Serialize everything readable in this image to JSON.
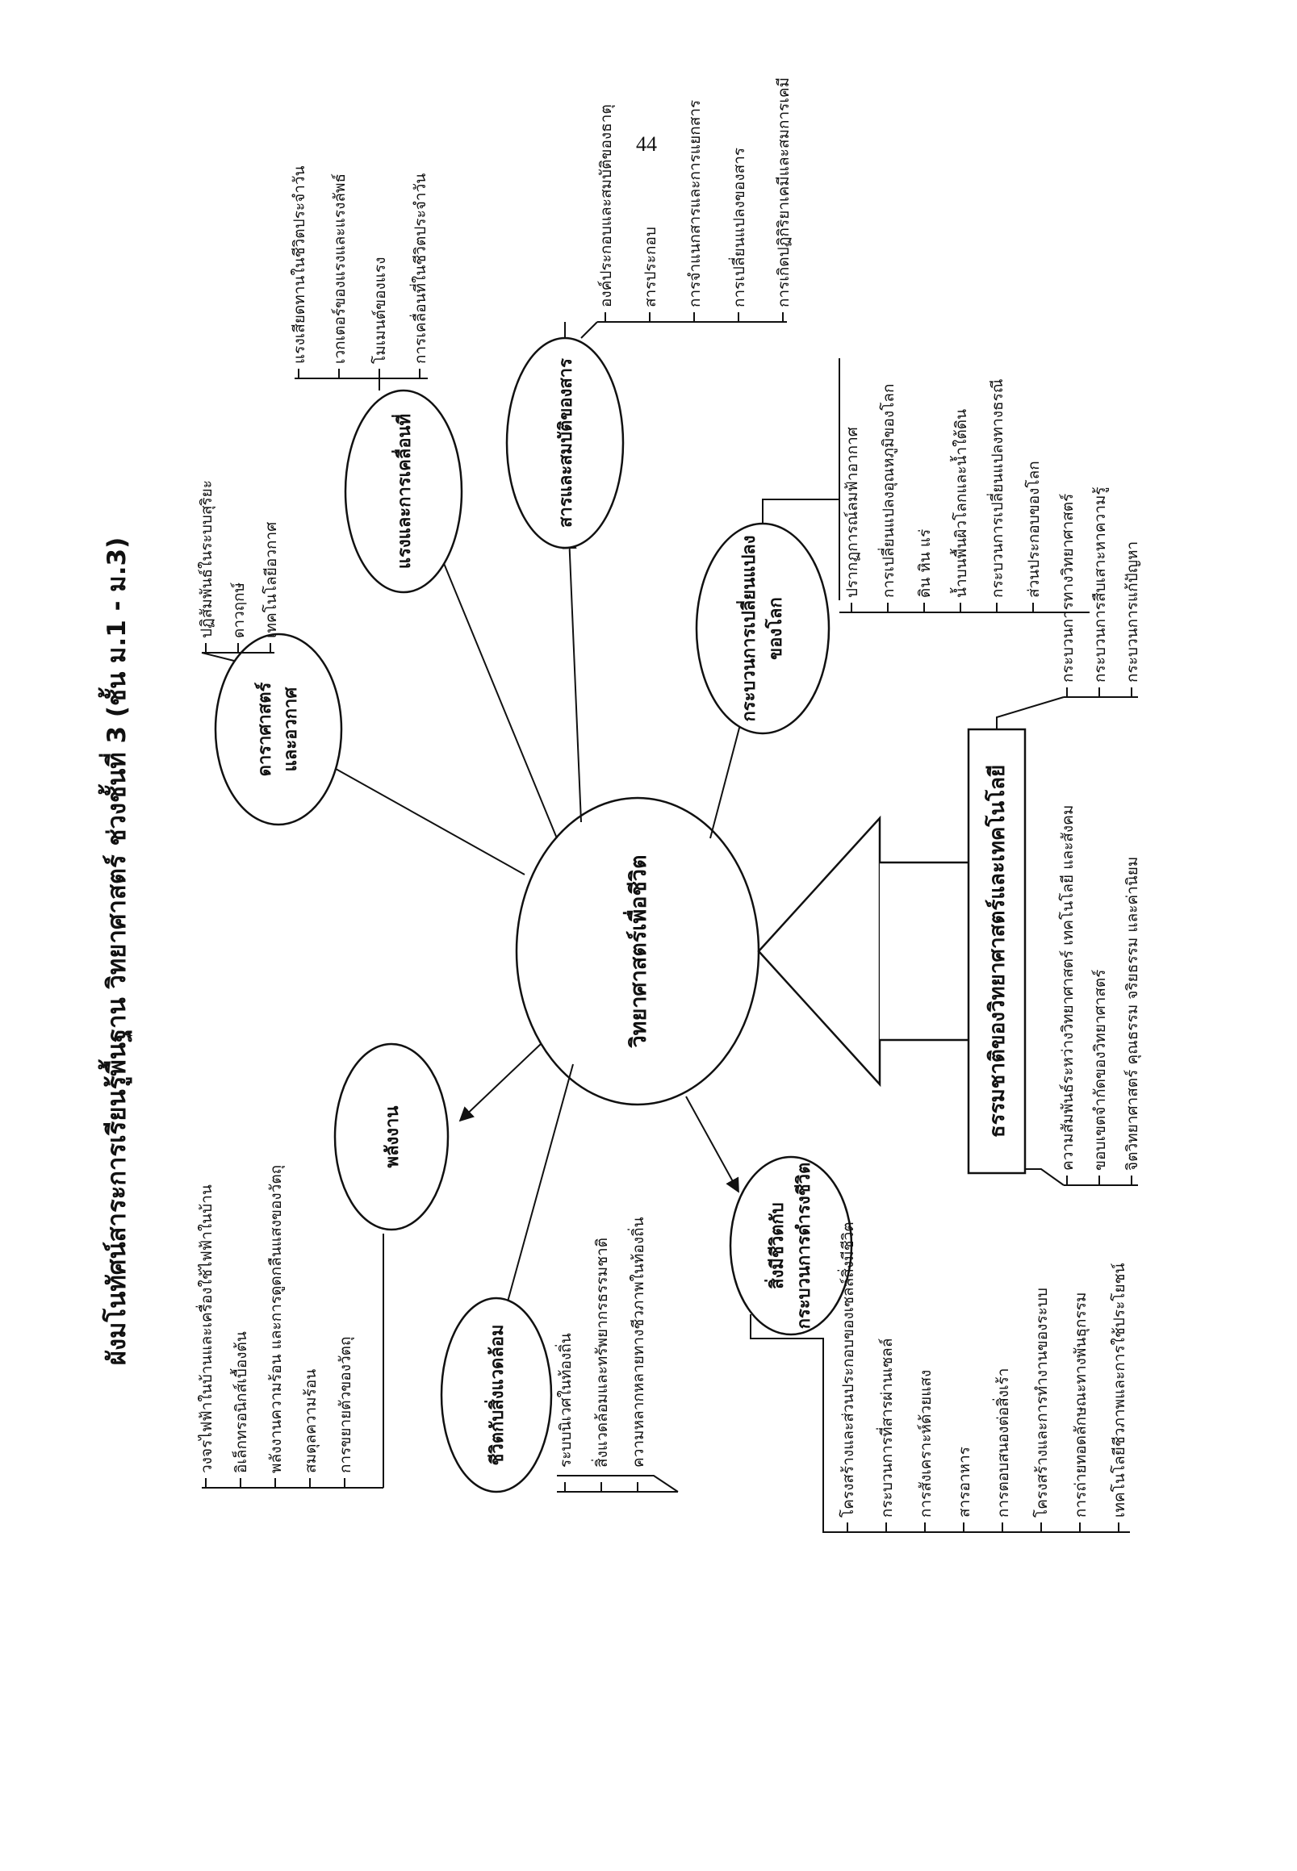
{
  "page_number": "44",
  "title": "ผังมโนทัศน์สาระการเรียนรู้พื้นฐาน วิทยาศาสตร์ ช่วงชั้นที่ 3 (ชั้น ม.1 - ม.3)",
  "center": "วิทยาศาสตร์เพื่อชีวิต",
  "nature": {
    "label": "ธรรมชาติของวิทยาศาสตร์และเทคโนโลยี",
    "items_a": [
      "ความสัมพันธ์ระหว่างวิทยาศาสตร์ เทคโนโลยี และสังคม",
      "ขอบเขตจำกัดของวิทยาศาสตร์",
      "จิตวิทยาศาสตร์ คุณธรรม จริยธรรม และค่านิยม"
    ],
    "items_b": [
      "กระบวนการทางวิทยาศาสตร์",
      "กระบวนการสืบเสาะหาความรู้",
      "กระบวนการแก้ปัญหา"
    ]
  },
  "topics": {
    "living": {
      "label_1": "สิ่งมีชีวิตกับ",
      "label_2": "กระบวนการดำรงชีวิต",
      "items": [
        "โครงสร้างและส่วนประกอบของเซลล์สิ่งมีชีวิต",
        "กระบวนการที่สารผ่านเซลล์",
        "การสังเคราะห์ด้วยแสง",
        "สารอาหาร",
        "การตอบสนองต่อสิ่งเร้า",
        "โครงสร้างและการทำงานของระบบ",
        "การถ่ายทอดลักษณะทางพันธุกรรม",
        "เทคโนโลยีชีวภาพและการใช้ประโยชน์"
      ]
    },
    "env": {
      "label_1": "ชีวิตกับสิ่งแวดล้อม",
      "items": [
        "ระบบนิเวศในท้องถิ่น",
        "สิ่งแวดล้อมและทรัพยากรธรรมชาติ",
        "ความหลากหลายทางชีวภาพในท้องถิ่น"
      ]
    },
    "energy": {
      "label_1": "พลังงาน",
      "items": [
        "วงจรไฟฟ้าในบ้านและเครื่องใช้ไฟฟ้าในบ้าน",
        "อิเล็กทรอนิกส์เบื้องต้น",
        "พลังงานความร้อน และการดูดกลืนแสงของวัตถุ",
        "สมดุลความร้อน",
        "การขยายตัวของวัตถุ"
      ]
    },
    "astro": {
      "label_1": "ดาราศาสตร์",
      "label_2": "และอวกาศ",
      "items": [
        "ปฏิสัมพันธ์ในระบบสุริยะ",
        "ดาวฤกษ์",
        "เทคโนโลยีอวกาศ"
      ]
    },
    "force": {
      "label_1": "แรงและการเคลื่อนที่",
      "items": [
        "แรงเสียดทานในชีวิตประจำวัน",
        "เวกเตอร์ของแรงและแรงลัพธ์",
        "โมเมนต์ของแรง",
        "การเคลื่อนที่ในชีวิตประจำวัน"
      ]
    },
    "matter": {
      "label_1": "สารและสมบัติของสาร",
      "items": [
        "องค์ประกอบและสมบัติของธาตุ",
        "สารประกอบ",
        "การจำแนกสารและการแยกสาร",
        "การเปลี่ยนแปลงของสาร",
        "การเกิดปฏิกิริยาเคมีและสมการเคมี"
      ]
    },
    "earth": {
      "label_1": "กระบวนการเปลี่ยนแปลง",
      "label_2": "ของโลก",
      "items": [
        "ปรากฏการณ์ลมฟ้าอากาศ",
        "การเปลี่ยนแปลงอุณหภูมิของโลก",
        "ดิน หิน แร่",
        "น้ำบนพื้นผิวโลกและน้ำใต้ดิน",
        "กระบวนการเปลี่ยนแปลงทางธรณี",
        "ส่วนประกอบของโลก"
      ]
    }
  },
  "colors": {
    "ink": "#111111",
    "watermark": "#c9a94a",
    "watermark_red": "#c0504d"
  }
}
